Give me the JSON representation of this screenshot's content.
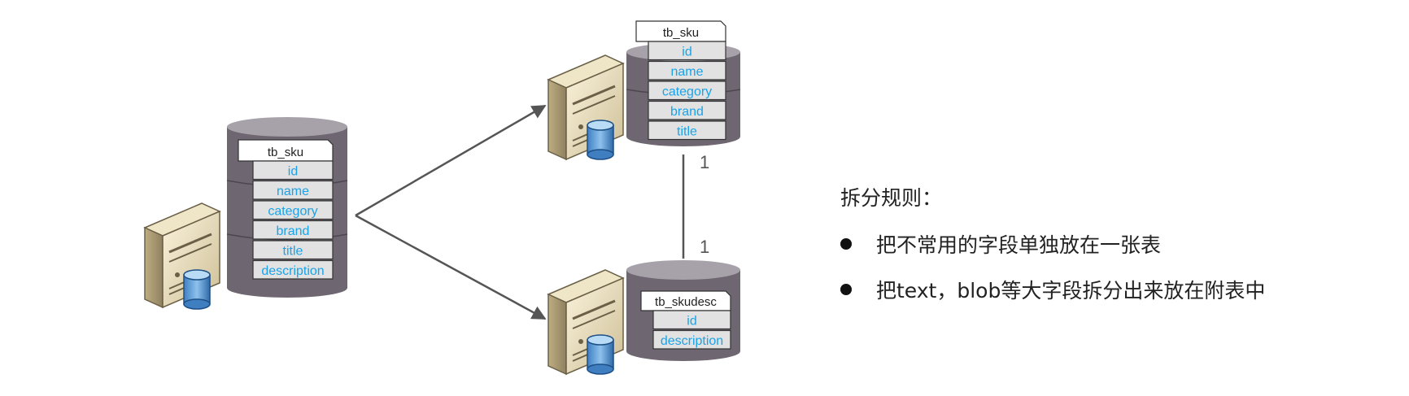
{
  "source_table": {
    "name": "tb_sku",
    "fields": [
      "id",
      "name",
      "category",
      "brand",
      "title",
      "description"
    ]
  },
  "split_tables": [
    {
      "name": "tb_sku",
      "fields": [
        "id",
        "name",
        "category",
        "brand",
        "title"
      ]
    },
    {
      "name": "tb_skudesc",
      "fields": [
        "id",
        "description"
      ]
    }
  ],
  "relation": {
    "left": "1",
    "right": "1"
  },
  "notes": {
    "heading": "拆分规则：",
    "rules": [
      "把不常用的字段单独放在一张表",
      "把text，blob等大字段拆分出来放在附表中"
    ]
  },
  "colors": {
    "field_text": "#1aa3e8",
    "cylinder_body": "#6e6670",
    "cylinder_top": "#a7a1aa",
    "field_cell": "#e2e2e2",
    "arrow": "#555555"
  }
}
